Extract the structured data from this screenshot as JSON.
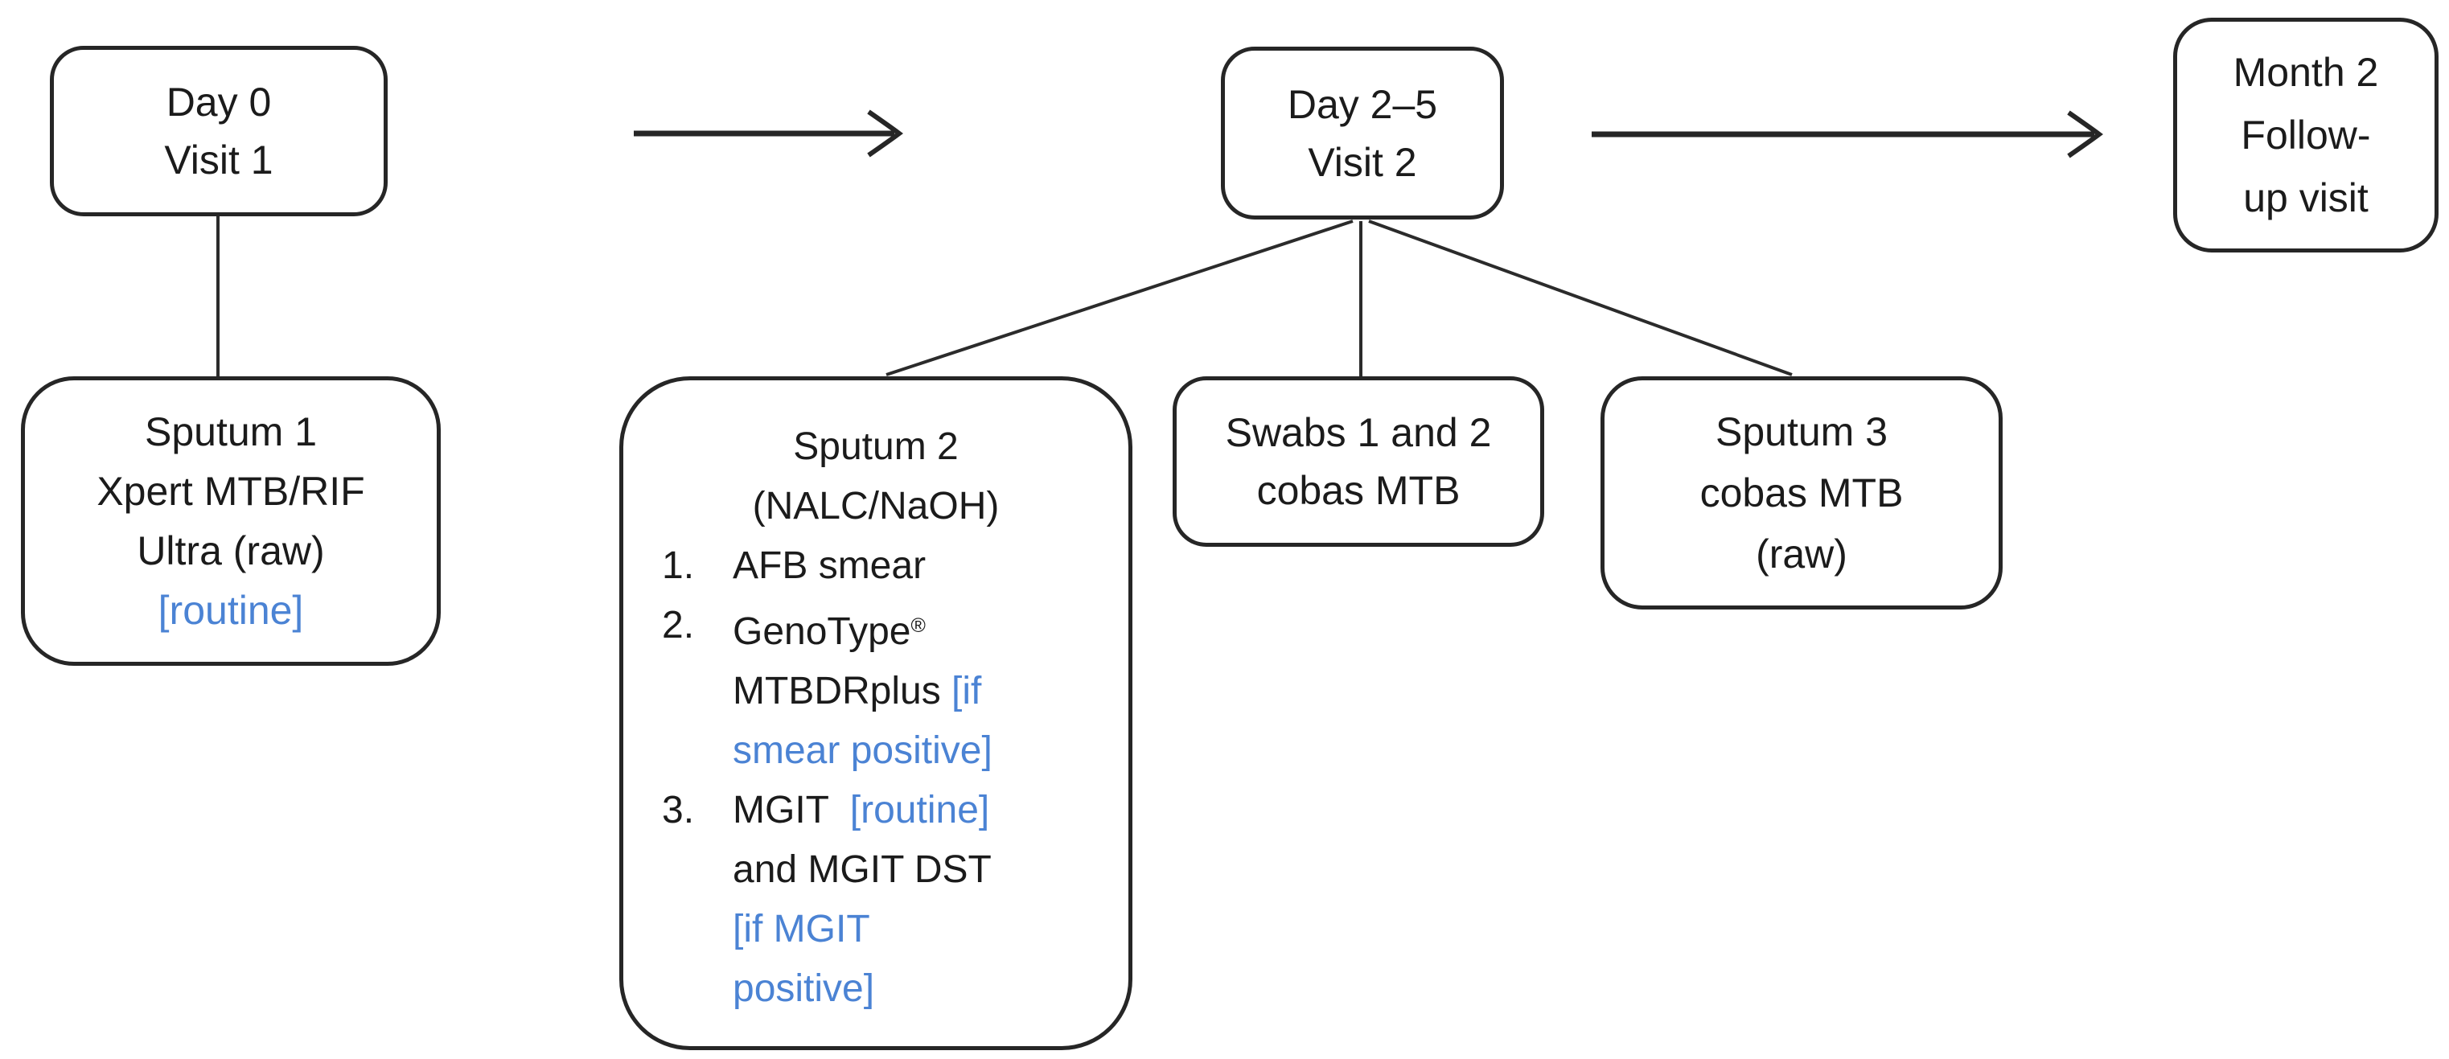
{
  "diagram": {
    "title_semantic": "TB study specimen collection and testing flow",
    "colors": {
      "background": "#ffffff",
      "text": "#1b1b1b",
      "line": "#2b2b2b",
      "accent_blue": "#4b83d4"
    },
    "boxes": {
      "visit1": {
        "lines": [
          [
            {
              "t": "Day 0"
            }
          ],
          [
            {
              "t": "Visit 1"
            }
          ]
        ]
      },
      "visit2": {
        "lines": [
          [
            {
              "t": "Day 2–5"
            }
          ],
          [
            {
              "t": "Visit 2"
            }
          ]
        ]
      },
      "month2": {
        "lines": [
          [
            {
              "t": "Month 2"
            }
          ],
          [
            {
              "t": "Follow-"
            }
          ],
          [
            {
              "t": "up visit"
            }
          ]
        ]
      },
      "sputum1": {
        "lines": [
          [
            {
              "t": "Sputum 1"
            }
          ],
          [
            {
              "t": "Xpert MTB/RIF"
            }
          ],
          [
            {
              "t": "Ultra (raw)"
            }
          ],
          [
            {
              "t": "[routine]",
              "blue": true
            }
          ]
        ]
      },
      "sputum2": {
        "header_lines": [
          [
            {
              "t": "Sputum 2"
            }
          ],
          [
            {
              "t": "(NALC/NaOH)"
            }
          ]
        ],
        "items": [
          {
            "num": "1.",
            "lines": [
              [
                {
                  "t": "AFB smear"
                }
              ]
            ]
          },
          {
            "num": "2.",
            "lines": [
              [
                {
                  "t": "GenoType"
                },
                {
                  "t": "®",
                  "sup": true
                }
              ],
              [
                {
                  "t": "MTBDRplus "
                },
                {
                  "t": "[if",
                  "blue": true
                }
              ],
              [
                {
                  "t": "smear positive]",
                  "blue": true
                }
              ]
            ]
          },
          {
            "num": "3.",
            "lines": [
              [
                {
                  "t": "MGIT  "
                },
                {
                  "t": "[routine]",
                  "blue": true
                }
              ],
              [
                {
                  "t": "and MGIT DST"
                }
              ],
              [
                {
                  "t": "[if MGIT",
                  "blue": true
                }
              ],
              [
                {
                  "t": "positive]",
                  "blue": true
                }
              ]
            ]
          }
        ]
      },
      "swabs": {
        "lines": [
          [
            {
              "t": "Swabs 1 and 2"
            }
          ],
          [
            {
              "t": "cobas MTB"
            }
          ]
        ]
      },
      "sputum3": {
        "lines": [
          [
            {
              "t": "Sputum 3"
            }
          ],
          [
            {
              "t": "cobas MTB"
            }
          ],
          [
            {
              "t": "(raw)"
            }
          ]
        ]
      }
    }
  }
}
